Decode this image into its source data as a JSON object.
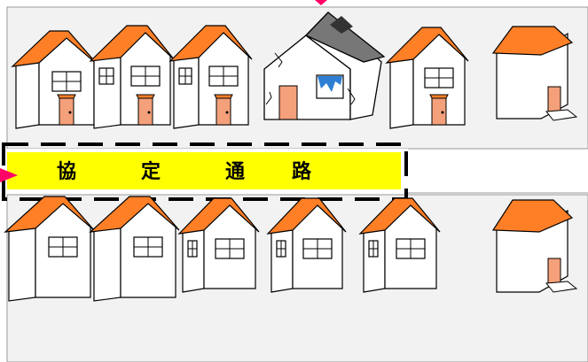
{
  "road": {
    "label_chars": [
      "協",
      "定",
      "通",
      "路"
    ],
    "highlight_color": "#ffff00",
    "arrow_color": "#ff0066"
  },
  "colors": {
    "background": "#f2f2f2",
    "road": "#ffffff",
    "roof": "#ff7f27",
    "door": "#f4a07a",
    "damaged_roof": "#777777",
    "broken_window": "#2f7fd3"
  },
  "houses": {
    "north_row": [
      "house",
      "house",
      "house",
      "damaged-house",
      "house",
      "small-house"
    ],
    "south_row": [
      "house",
      "house",
      "house",
      "house",
      "house",
      "small-house"
    ]
  }
}
